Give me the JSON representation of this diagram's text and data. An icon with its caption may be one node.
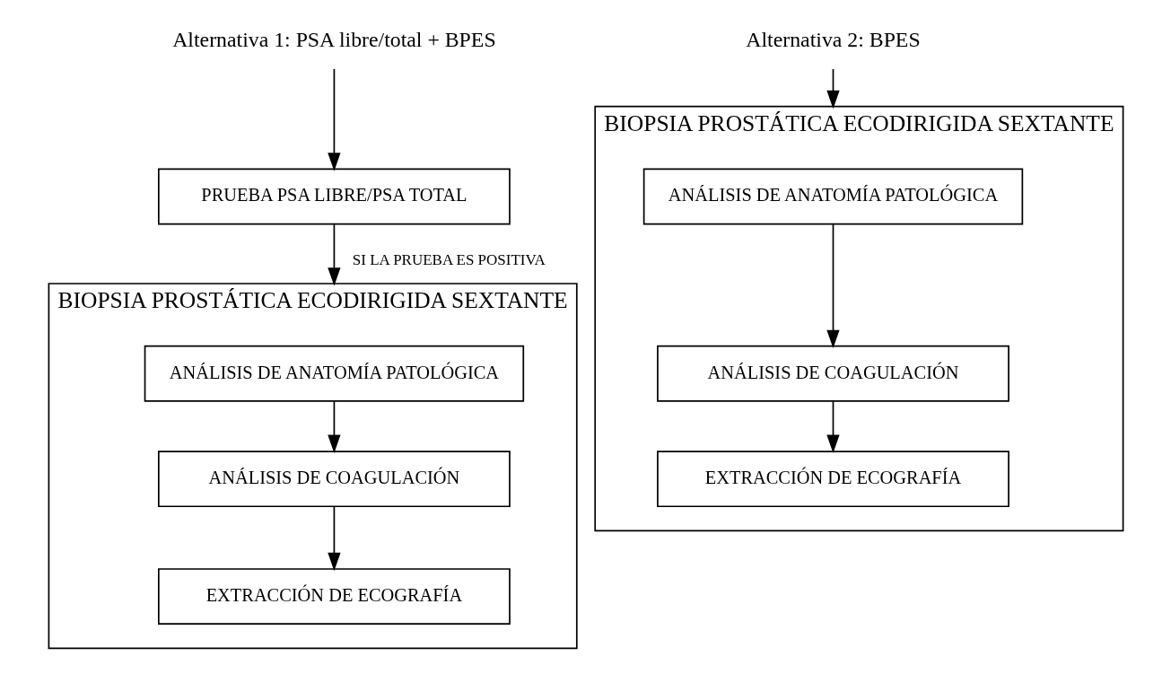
{
  "diagram": {
    "nodes": [
      {
        "text": [
          "Alternativa 1: PSA libre/total + BPES"
        ]
      },
      {
        "text": [
          "PRUEBA PSA LIBRE/PSA TOTAL"
        ]
      },
      {
        "text": [
          "BIOPSIA PROSTÁTICA ECODIRIGIDA SEXTANTE"
        ]
      },
      {
        "text": [
          "ANÁLISIS DE ANATOMÍA PATOLÓGICA"
        ],
        "in": 2
      },
      {
        "text": [
          "ANÁLISIS DE COAGULACIÓN"
        ],
        "in": 2
      },
      {
        "text": [
          "EXTRACCIÓN DE ECOGRAFÍA"
        ],
        "in": 2
      },
      {
        "text": [
          "Alternativa 2: BPES"
        ]
      },
      {
        "text": [
          "BIOPSIA PROSTÁTICA ECODIRIGIDA SEXTANTE"
        ]
      },
      {
        "text": [
          "ANÁLISIS DE ANATOMÍA PATOLÓGICA"
        ],
        "in": 7
      },
      {
        "text": [
          "ANÁLISIS DE COAGULACIÓN"
        ],
        "in": 7
      },
      {
        "text": [
          "EXTRACCIÓN DE ECOGRAFÍA"
        ],
        "in": 7
      }
    ],
    "edges": [
      {
        "from": 0,
        "to": 1,
        "arrow": "to"
      },
      {
        "from": 1,
        "to": 2,
        "arrow": "to",
        "label": "SI LA PRUEBA ES POSITIVA"
      },
      {
        "from": 3,
        "to": 4,
        "arrow": "to"
      },
      {
        "from": 4,
        "to": 5,
        "arrow": "to"
      },
      {
        "from": 6,
        "to": 7,
        "arrow": "to"
      },
      {
        "from": 8,
        "to": 9,
        "arrow": "to"
      },
      {
        "from": 9,
        "to": 10,
        "arrow": "to"
      }
    ]
  }
}
